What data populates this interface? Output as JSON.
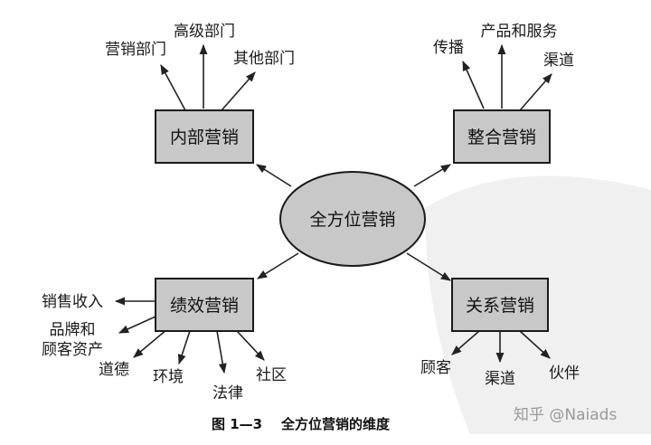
{
  "center": {
    "label": "全方位营销"
  },
  "groups": [
    {
      "id": "internal",
      "label": "内部营销",
      "items": [
        "营销部门",
        "高级部门",
        "其他部门"
      ]
    },
    {
      "id": "integrated",
      "label": "整合营销",
      "items": [
        "传播",
        "产品和服务",
        "渠道"
      ]
    },
    {
      "id": "performance",
      "label": "绩效营销",
      "items": [
        "销售收入",
        "品牌和\n顾客资产",
        "道德",
        "环境",
        "法律",
        "社区"
      ]
    },
    {
      "id": "relationship",
      "label": "关系营销",
      "items": [
        "顾客",
        "渠道",
        "伙伴"
      ]
    }
  ],
  "caption": "图 1—3    全方位营销的维度",
  "watermark": "知乎 @Naiads",
  "colors": {
    "box_fill": "#c8c8c8",
    "ellipse_fill": "#c8c8c8",
    "stroke": "#1a1a1a"
  }
}
